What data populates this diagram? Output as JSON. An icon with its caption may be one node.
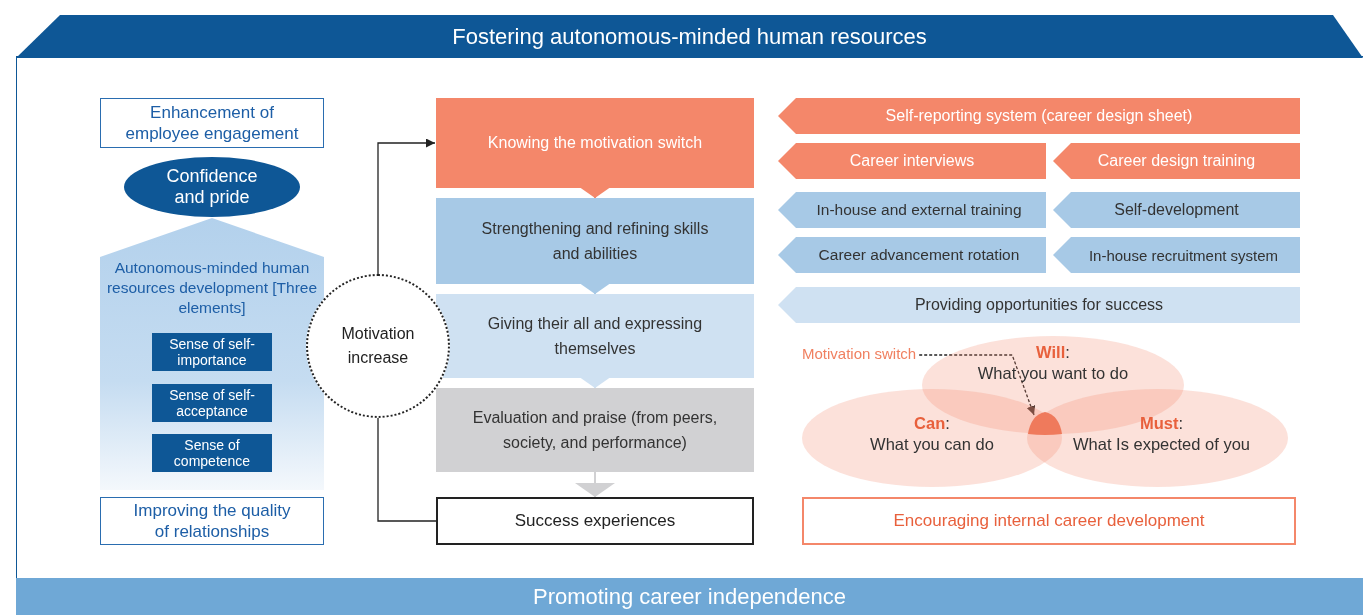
{
  "diagram": {
    "nodes": [
      {
        "text": [
          "Fostering autonomous-minded human resources"
        ]
      },
      {
        "text": [
          "Enhancement of employee engagement"
        ]
      },
      {
        "text": [
          "Confidence and pride"
        ]
      },
      {
        "text": [
          "Autonomous-minded human resources development [Three elements]"
        ]
      },
      {
        "text": [
          "Sense of self-importance"
        ],
        "in": 3
      },
      {
        "text": [
          "Sense of self-acceptance"
        ],
        "in": 3
      },
      {
        "text": [
          "Sense of competence"
        ],
        "in": 3
      },
      {
        "text": [
          "Improving the quality of relationships"
        ]
      },
      {
        "text": [
          "Motivation increase"
        ]
      },
      {
        "text": [
          "Knowing the motivation switch"
        ]
      },
      {
        "text": [
          "Strengthening and refining skills and abilities"
        ]
      },
      {
        "text": [
          "Giving their all and expressing themselves"
        ]
      },
      {
        "text": [
          "Evaluation and praise (from peers, society, and performance)"
        ]
      },
      {
        "text": [
          "Success experiences"
        ]
      },
      {
        "text": [
          "Self-reporting system (career design sheet)"
        ]
      },
      {
        "text": [
          "Career interviews"
        ]
      },
      {
        "text": [
          "Career design training"
        ]
      },
      {
        "text": [
          "In-house and external training"
        ]
      },
      {
        "text": [
          "Self-development"
        ]
      },
      {
        "text": [
          "Career advancement rotation"
        ]
      },
      {
        "text": [
          "In-house recruitment system"
        ]
      },
      {
        "text": [
          "Providing opportunities for success"
        ]
      },
      {
        "text": [
          "Motivation switch"
        ]
      },
      {
        "text": [
          "**Will**:",
          "What you want to do"
        ]
      },
      {
        "text": [
          "**Can**:",
          "What you can do"
        ]
      },
      {
        "text": [
          "**Must**:",
          "What Is expected of you"
        ]
      },
      {
        "text": [],
        "shape": "lens"
      },
      {
        "text": [
          "Encouraging internal career development"
        ]
      },
      {
        "text": [
          "Promoting career independence"
        ]
      }
    ],
    "edges": [
      {
        "from": 8,
        "to": 9,
        "arrow": "to"
      },
      {
        "from": 13,
        "to": 8,
        "arrow": "none"
      },
      {
        "from": 9,
        "to": 10,
        "arrow": "to",
        "color": "#f4876a"
      },
      {
        "from": 10,
        "to": 11,
        "arrow": "to",
        "color": "#a7c9e6"
      },
      {
        "from": 11,
        "to": 12,
        "arrow": "to",
        "color": "#cfe1f2"
      },
      {
        "from": 12,
        "to": 13,
        "arrow": "to",
        "color": "#d1d1d3"
      },
      {
        "from": 22,
        "to": 26,
        "arrow": "to",
        "style": "dashed"
      }
    ]
  }
}
